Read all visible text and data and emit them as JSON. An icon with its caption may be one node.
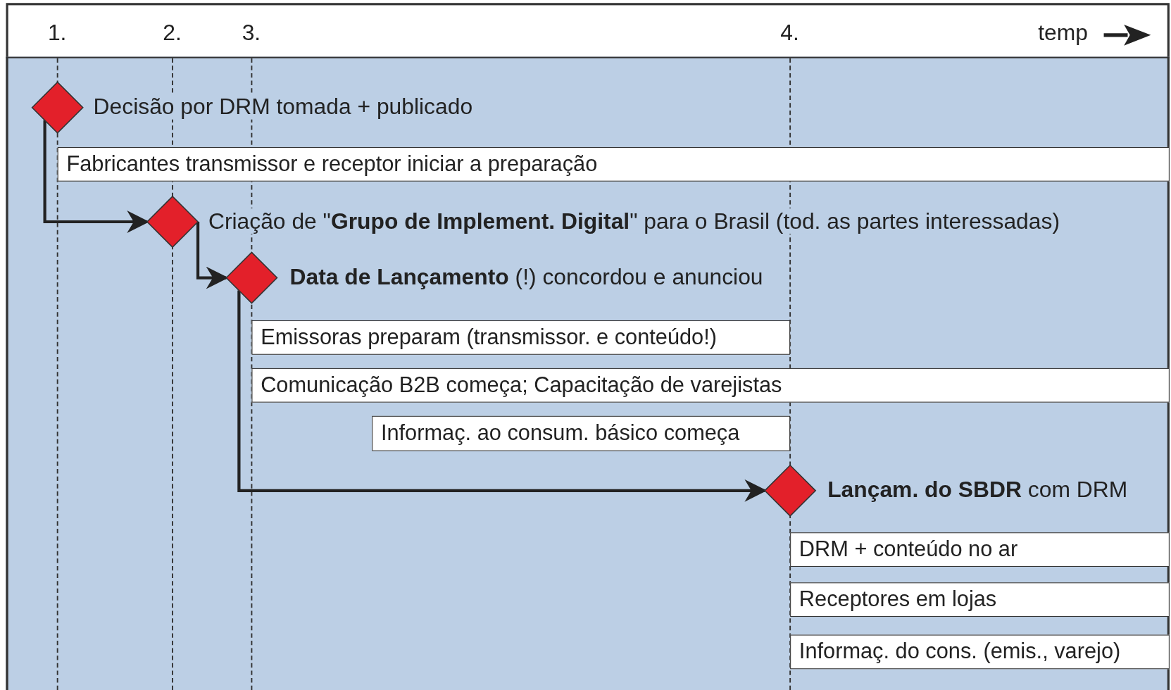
{
  "diagram": {
    "nodes": [
      {
        "text": [],
        "shape": "diamond",
        "beside": [
          "Decisão por DRM tomada + publicado"
        ]
      },
      {
        "text": [
          "Fabricantes transmissor e receptor iniciar a preparação"
        ]
      },
      {
        "text": [],
        "shape": "diamond",
        "beside": [
          "Criação de \"**Grupo de Implement. Digital**\" para o Brasil (tod. as partes interessadas)"
        ]
      },
      {
        "text": [],
        "shape": "diamond",
        "beside": [
          "**Data de Lançamento** (!) concordou e anunciou"
        ]
      },
      {
        "text": [
          "Emissoras preparam (transmissor. e conteúdo!)"
        ]
      },
      {
        "text": [
          "Comunicação B2B começa; Capacitação de varejistas"
        ]
      },
      {
        "text": [
          "Informaç. ao consum. básico começa"
        ]
      },
      {
        "text": [],
        "shape": "diamond",
        "beside": [
          "**Lançam. do SBDR** com DRM"
        ]
      },
      {
        "text": [
          "DRM + conteúdo no ar"
        ]
      },
      {
        "text": [
          "Receptores em lojas"
        ]
      },
      {
        "text": [
          "Informaç. do cons. (emis., varejo)"
        ]
      }
    ],
    "edges": [
      {
        "from": 0,
        "to": 2,
        "arrow": "to"
      },
      {
        "from": 2,
        "to": 3,
        "arrow": "to"
      },
      {
        "from": 3,
        "to": 7,
        "arrow": "to"
      }
    ],
    "labels": [
      "1.",
      "2.",
      "3.",
      "4.",
      "temp"
    ]
  }
}
